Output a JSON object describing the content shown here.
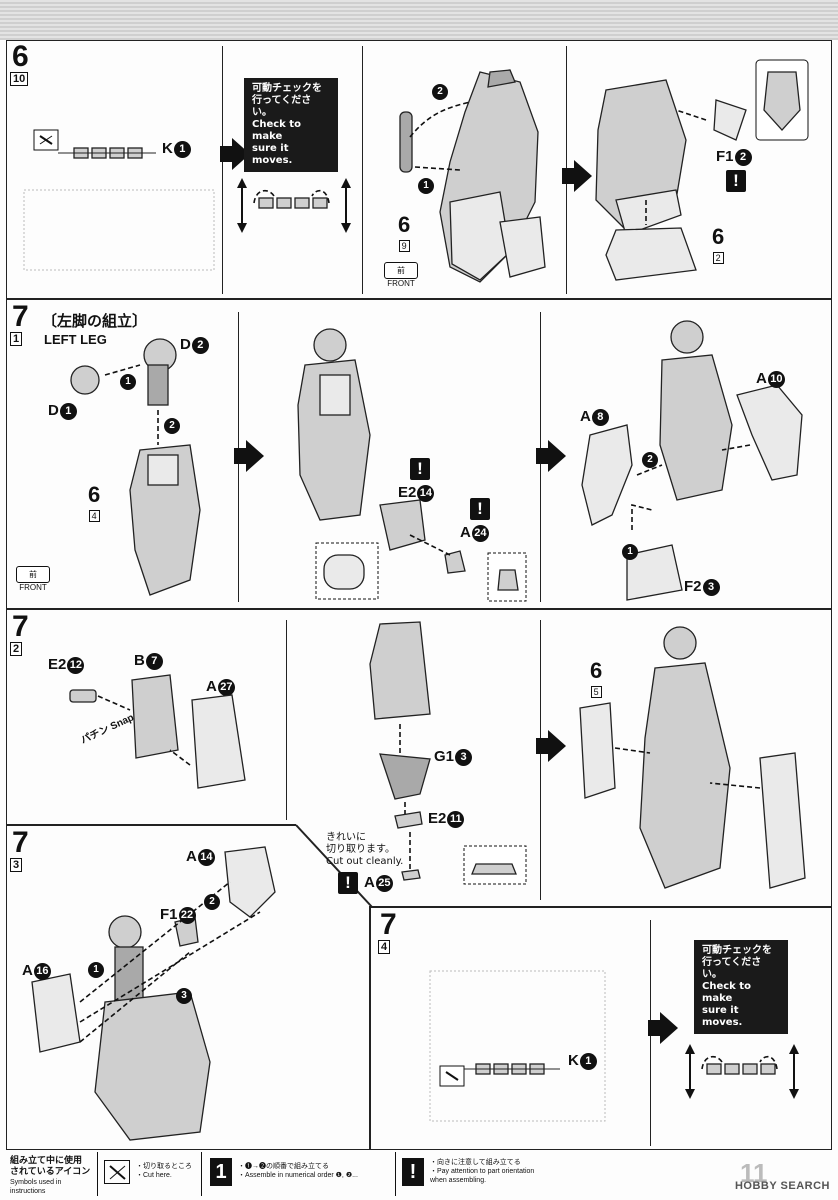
{
  "watermark": "HOBBY SEARCH",
  "page_number": "11",
  "steps": {
    "s6": {
      "number": "6",
      "sub": "10",
      "part_k": "K",
      "part_k_num": "1",
      "check_jp_1": "可動チェックを",
      "check_jp_2": "行ってください。",
      "check_en_1": "Check to make",
      "check_en_2": "sure it moves.",
      "arrow1": "1",
      "arrow2": "2",
      "ref_a_num": "6",
      "ref_a_sub": "9",
      "front_jp": "前",
      "front_en": "FRONT",
      "part_f": "F1",
      "part_f_num": "2",
      "ref_b_num": "6",
      "ref_b_sub": "2",
      "warn": "!"
    },
    "s7_1": {
      "number": "7",
      "sub": "1",
      "title_jp": "〔左脚の組立〕",
      "title_en": "LEFT LEG",
      "d1": "D",
      "d1_num": "1",
      "d2": "D",
      "d2_num": "2",
      "arrow1": "1",
      "arrow2": "2",
      "ref_num": "6",
      "ref_sub": "4",
      "front_jp": "前",
      "front_en": "FRONT",
      "e2": "E2",
      "e2_num": "14",
      "a24": "A",
      "a24_num": "24",
      "a8": "A",
      "a8_num": "8",
      "a10": "A",
      "a10_num": "10",
      "f2": "F2",
      "f2_num": "3",
      "warn": "!"
    },
    "s7_2": {
      "number": "7",
      "sub": "2",
      "e2": "E2",
      "e2_num": "12",
      "b7": "B",
      "b7_num": "7",
      "a27": "A",
      "a27_num": "27",
      "snap_jp": "パチン",
      "snap_en": "Snap",
      "g1": "G1",
      "g1_num": "3",
      "e2b": "E2",
      "e2b_num": "11",
      "cut_jp_1": "きれいに",
      "cut_jp_2": "切り取ります。",
      "cut_en": "Cut out cleanly.",
      "a25": "A",
      "a25_num": "25",
      "ref_num": "6",
      "ref_sub": "5",
      "warn": "!"
    },
    "s7_3": {
      "number": "7",
      "sub": "3",
      "a14": "A",
      "a14_num": "14",
      "f1": "F1",
      "f1_num": "22",
      "a16": "A",
      "a16_num": "16",
      "arrow1": "1",
      "arrow2": "2",
      "arrow3": "3"
    },
    "s7_4": {
      "number": "7",
      "sub": "4",
      "check_jp_1": "可動チェックを",
      "check_jp_2": "行ってください。",
      "check_en_1": "Check to make",
      "check_en_2": "sure it moves.",
      "part_k": "K",
      "part_k_num": "1"
    }
  },
  "footer": {
    "legend_jp_1": "組み立て中に使用",
    "legend_jp_2": "されているアイコン",
    "legend_en": "Symbols used in instructions",
    "cut_jp": "・切り取るところ",
    "cut_en": "・Cut here.",
    "order_icon": "1",
    "order_jp": "・❶→❷の順番で組み立てる",
    "order_en": "・Assemble in numerical order ❶, ❷...",
    "attn_icon": "!",
    "attn_jp": "・向きに注意して組み立てる",
    "attn_en_1": "・Pay attention to part orientation",
    "attn_en_2": "when assembling."
  }
}
